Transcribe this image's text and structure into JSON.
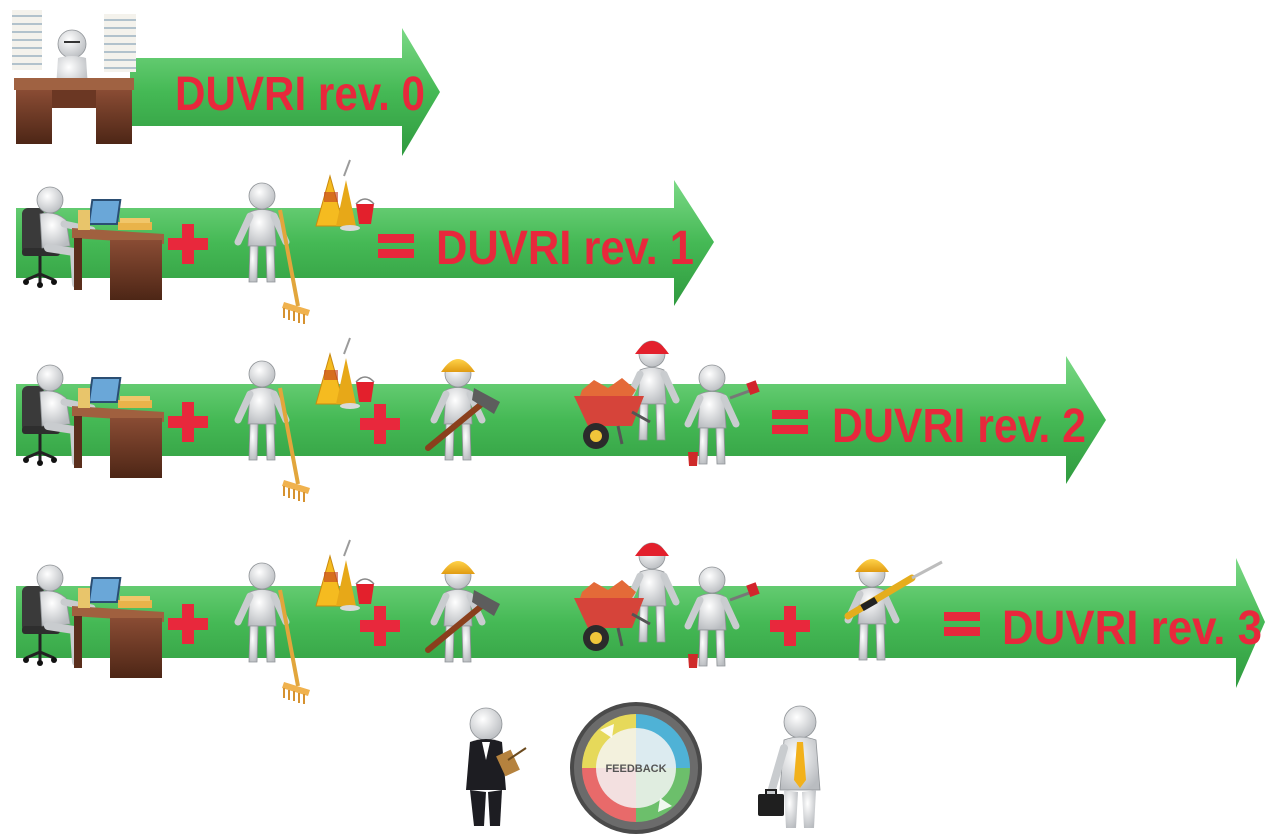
{
  "rows": [
    {
      "label": "DUVRI rev. 0"
    },
    {
      "label": "DUVRI rev. 1"
    },
    {
      "label": "DUVRI rev. 2"
    },
    {
      "label": "DUVRI rev. 3"
    }
  ],
  "feedback": {
    "label": "FEEDBACK"
  },
  "colors": {
    "arrow_green": "#3fb54f",
    "arrow_light": "#6fd27a",
    "label_red": "#e8283c",
    "operator_red": "#e8283c"
  },
  "icons": [
    "office-worker-piles-icon",
    "office-worker-laptop-icon",
    "cleaner-broom-icon",
    "wet-floor-sign-icon",
    "builder-hammer-icon",
    "worker-wheelbarrow-icon",
    "painter-icon",
    "electrician-screwdriver-icon",
    "manager-clipboard-icon",
    "feedback-cycle-icon",
    "businessman-briefcase-icon"
  ]
}
